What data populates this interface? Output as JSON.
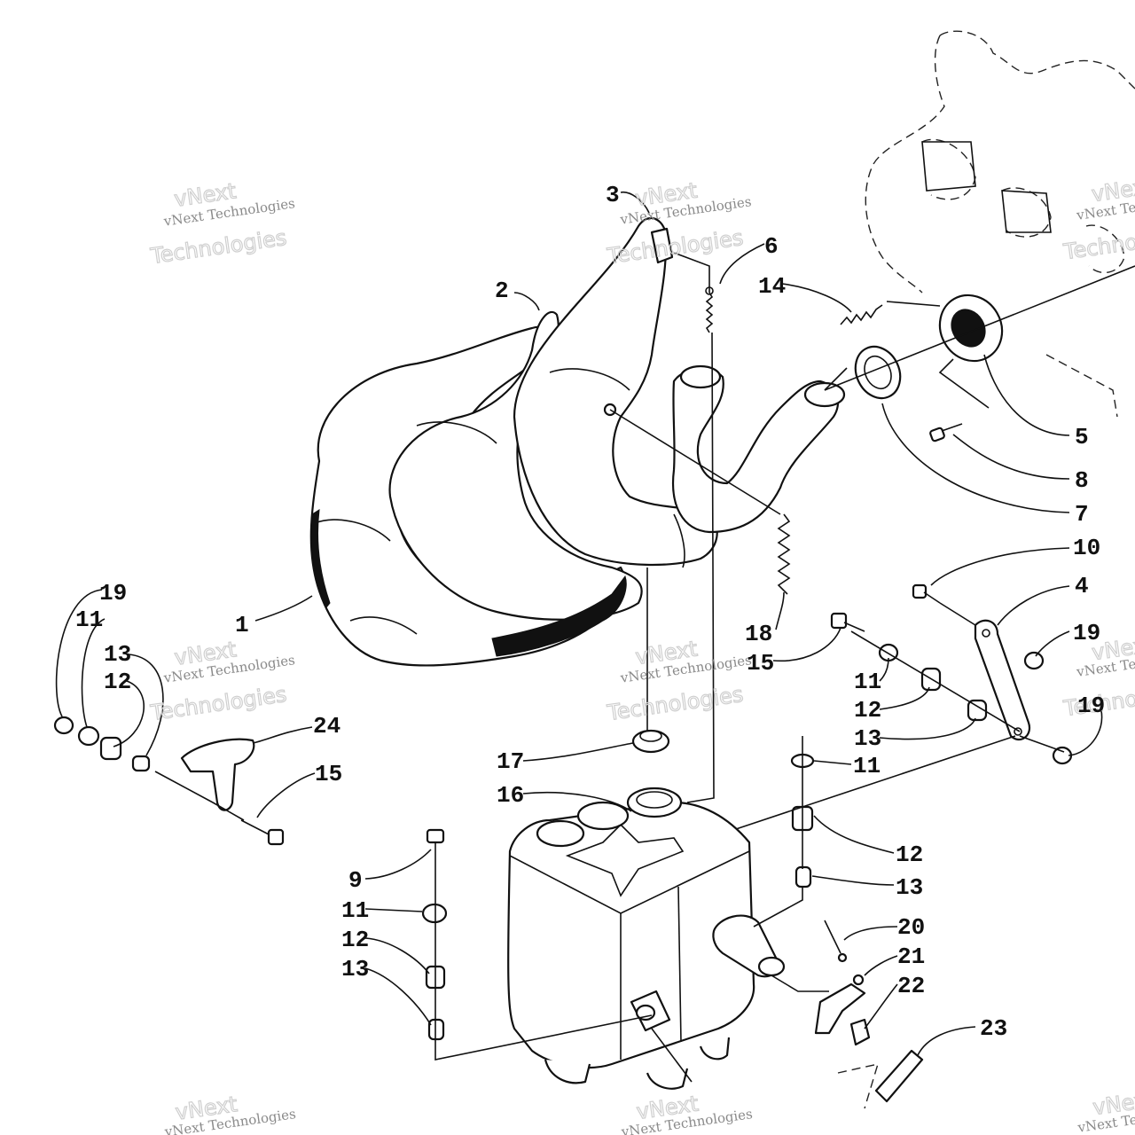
{
  "colors": {
    "ink": "#111111",
    "paper": "#ffffff",
    "watermark_small": "#8a8a8a",
    "watermark_big": "#cfcfcf"
  },
  "watermark": {
    "line1": "vNext Technologies",
    "line2": "Technologies",
    "line3": "vNext"
  },
  "callouts": [
    "1",
    "2",
    "3",
    "4",
    "5",
    "6",
    "7",
    "8",
    "9",
    "10",
    "11",
    "12",
    "13",
    "14",
    "15",
    "16",
    "17",
    "18",
    "19",
    "20",
    "21",
    "22",
    "23",
    "24"
  ],
  "labels": {
    "l1": "1",
    "l2": "2",
    "l3": "3",
    "l4": "4",
    "l5": "5",
    "l6": "6",
    "l7": "7",
    "l8": "8",
    "l9": "9",
    "l10": "10",
    "l11a": "11",
    "l11b": "11",
    "l11c": "11",
    "l11d": "11",
    "l12a": "12",
    "l12b": "12",
    "l12c": "12",
    "l12d": "12",
    "l13a": "13",
    "l13b": "13",
    "l13c": "13",
    "l13d": "13",
    "l14": "14",
    "l15a": "15",
    "l15b": "15",
    "l16": "16",
    "l17": "17",
    "l18": "18",
    "l19a": "19",
    "l19b": "19",
    "l19c": "19",
    "l20": "20",
    "l21": "21",
    "l22": "22",
    "l23": "23",
    "l24": "24"
  }
}
